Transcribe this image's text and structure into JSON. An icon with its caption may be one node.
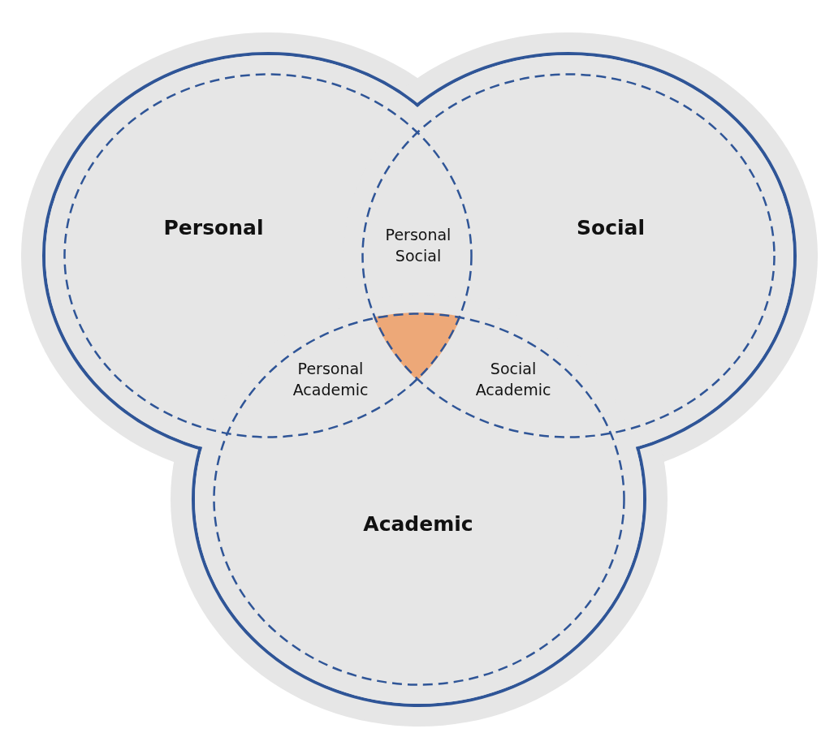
{
  "diagram": {
    "nodes": [
      {
        "text": [
          "Personal"
        ]
      },
      {
        "text": [
          "Social"
        ]
      },
      {
        "text": [
          "Academic"
        ]
      }
    ],
    "labels": [
      "Personal Social",
      "Personal Academic",
      "Social Academic"
    ]
  }
}
